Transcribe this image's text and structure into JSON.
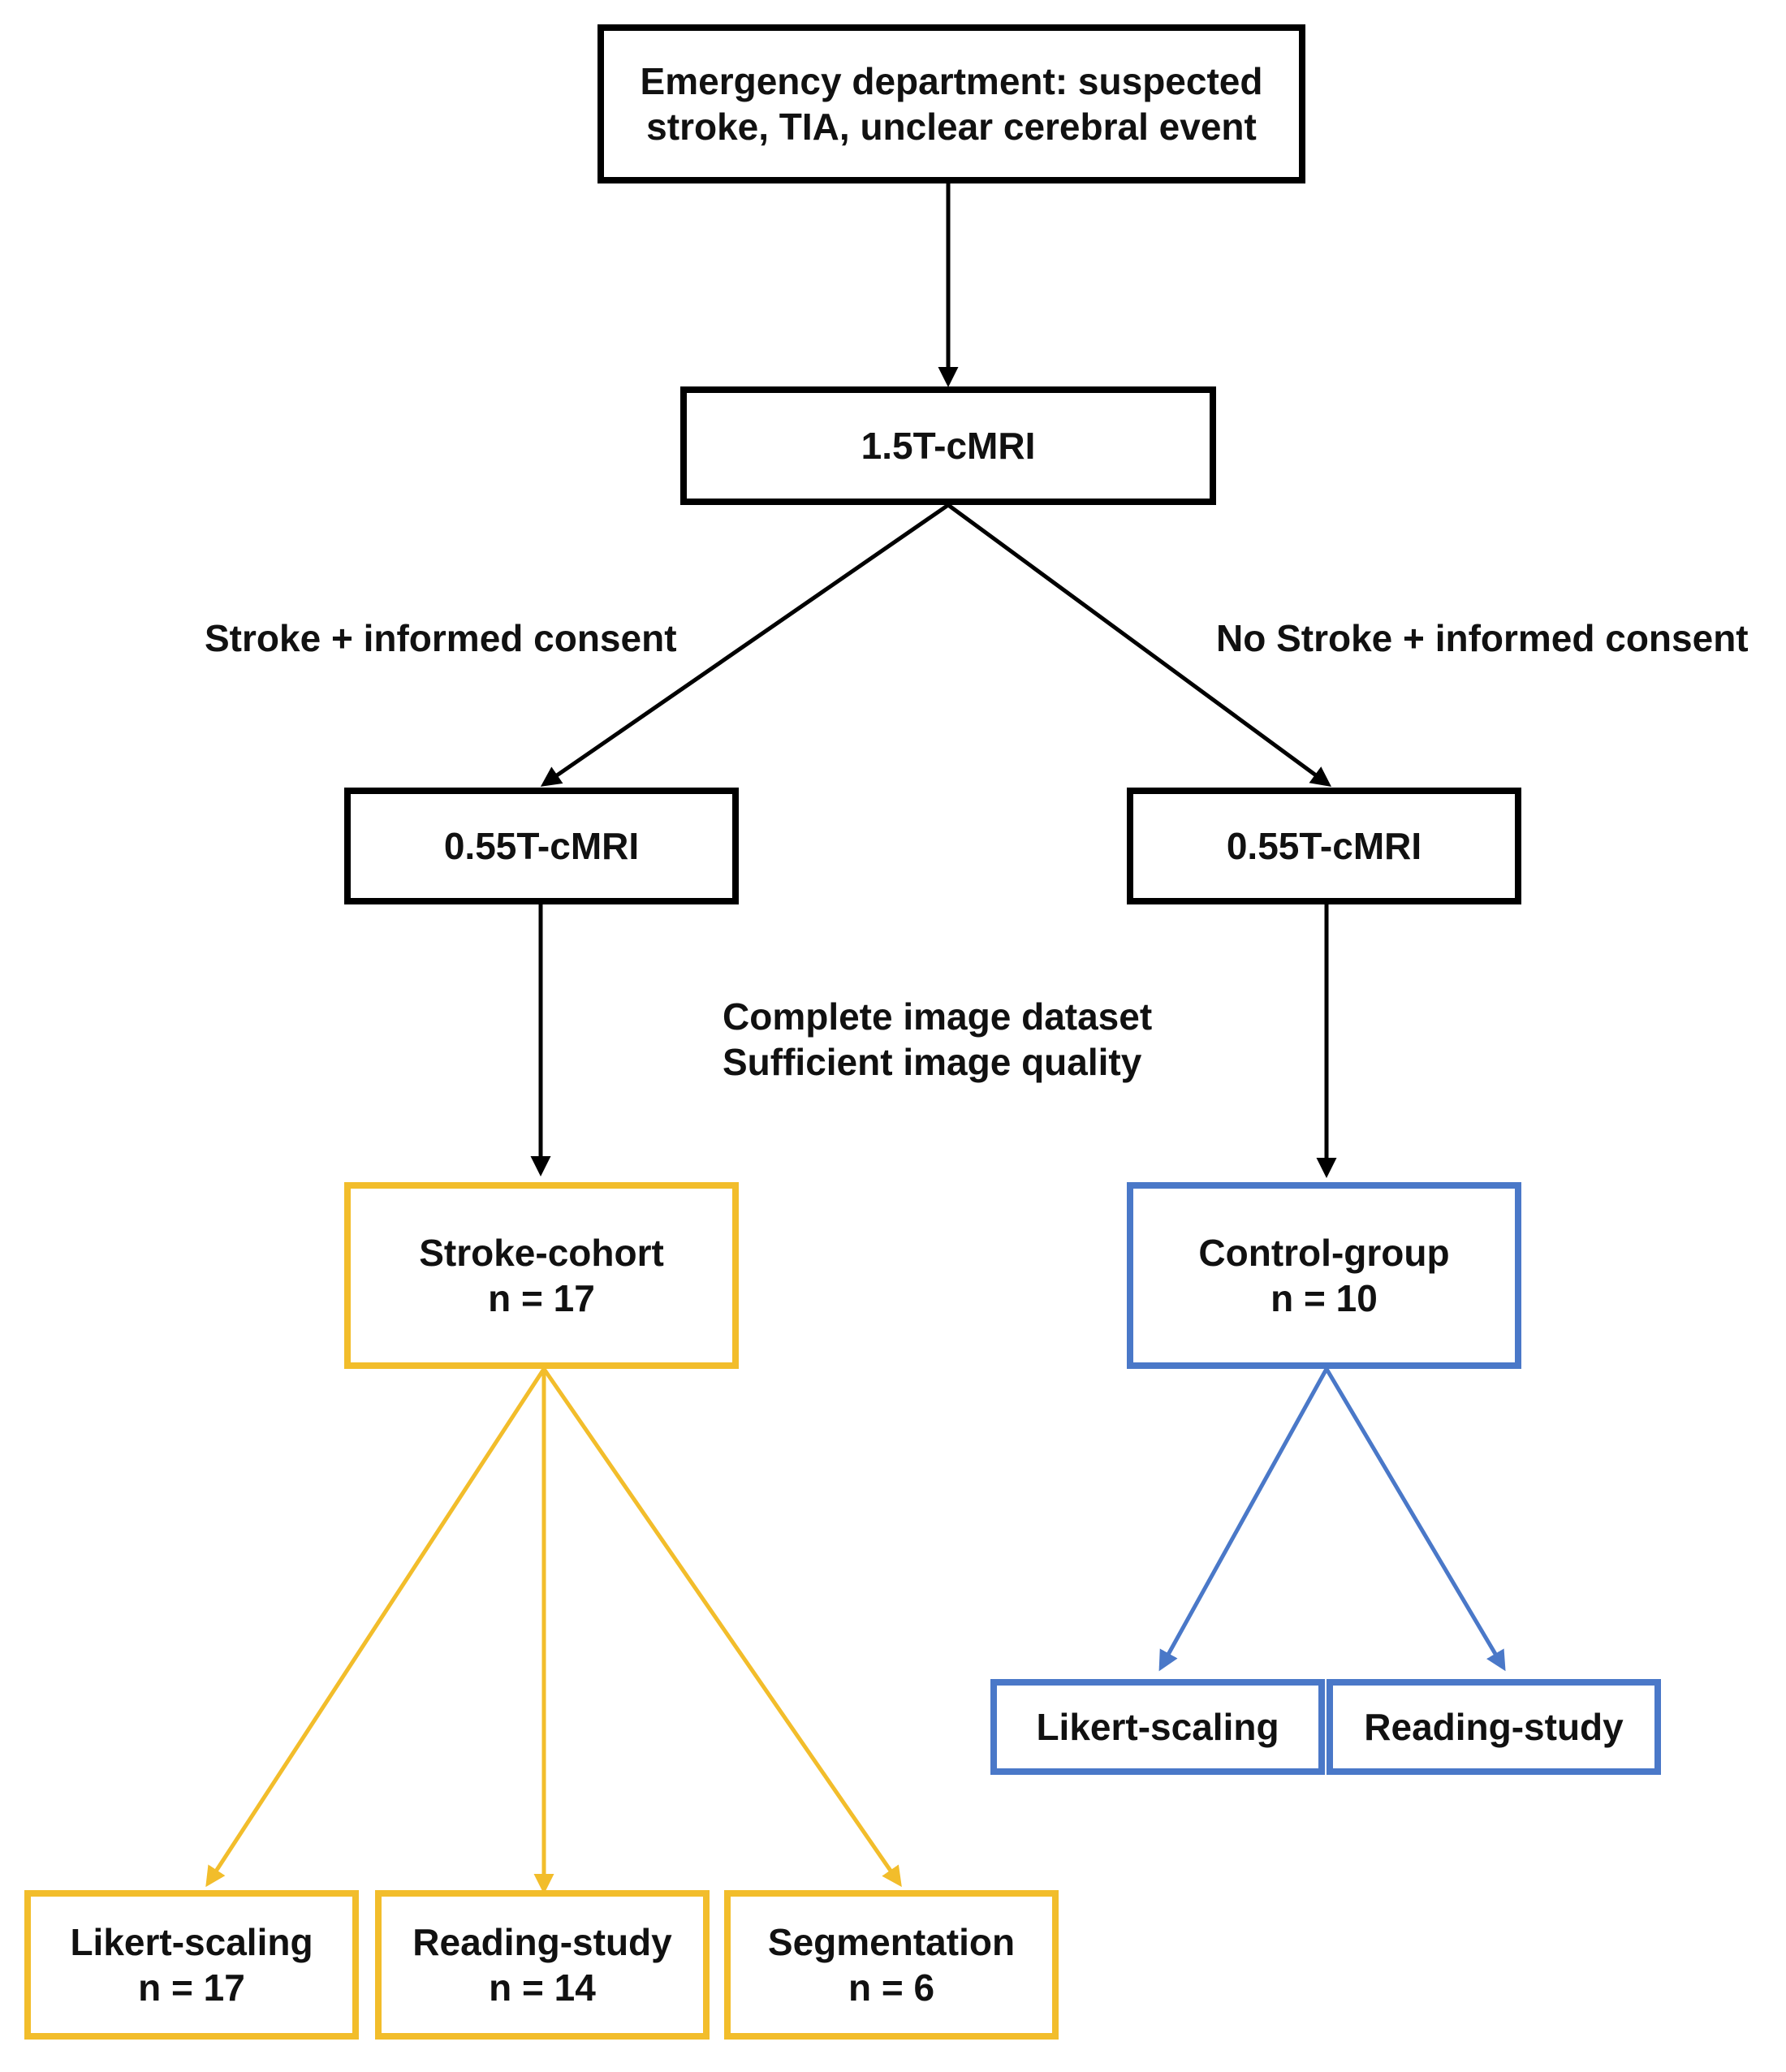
{
  "nodes": {
    "emergency": {
      "lines": [
        "Emergency department: suspected",
        "stroke, TIA, unclear cerebral event"
      ]
    },
    "mri15": {
      "lines": [
        "1.5T-cMRI"
      ]
    },
    "mri055_left": {
      "lines": [
        "0.55T-cMRI"
      ]
    },
    "mri055_right": {
      "lines": [
        "0.55T-cMRI"
      ]
    },
    "stroke_cohort": {
      "lines": [
        "Stroke-cohort",
        "n = 17"
      ]
    },
    "control_group": {
      "lines": [
        "Control-group",
        "n = 10"
      ]
    },
    "stroke_likert": {
      "lines": [
        "Likert-scaling",
        "n = 17"
      ]
    },
    "stroke_reading": {
      "lines": [
        "Reading-study",
        "n = 14"
      ]
    },
    "stroke_segmentation": {
      "lines": [
        "Segmentation",
        "n = 6"
      ]
    },
    "control_likert": {
      "lines": [
        "Likert-scaling"
      ]
    },
    "control_reading": {
      "lines": [
        "Reading-study"
      ]
    }
  },
  "edge_labels": {
    "stroke_consent": "Stroke + informed consent",
    "no_stroke_consent": "No Stroke + informed consent",
    "dataset_line1": "Complete image dataset",
    "dataset_line2": "Sufficient image quality"
  },
  "colors": {
    "main": "#000000",
    "stroke_branch": "#f2bd2b",
    "control_branch": "#4a78c8"
  }
}
